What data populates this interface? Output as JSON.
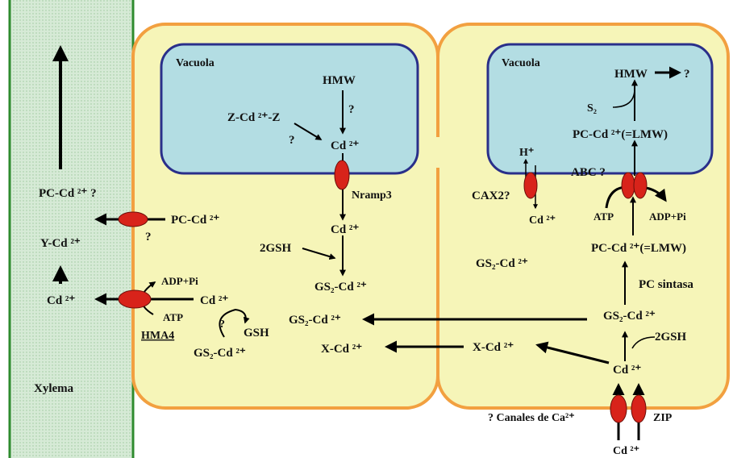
{
  "colors": {
    "cell_fill": "#f6f5b8",
    "cell_border": "#f2a040",
    "vacuole_fill": "#b3dde3",
    "vacuole_border": "#2a2f8a",
    "xylem_fill": "#d6ead6",
    "xylem_border": "#2e8b2e",
    "transporter": "#d8231a",
    "arrow": "#000000"
  },
  "xylem": {
    "title": "Xylema",
    "pc_cd": "PC-Cd ²⁺ ?",
    "y_cd": "Y-Cd ²⁺",
    "cd": "Cd ²⁺"
  },
  "left_cell": {
    "vacuole_title": "Vacuola",
    "hmw": "HMW",
    "q_hmw": "?",
    "zcdz": "Z-Cd ²⁺-Z",
    "q_z": "?",
    "cd_vac": "Cd ²⁺",
    "nramp3": "Nramp3",
    "cd_cyt": "Cd ²⁺",
    "gsh2": "2GSH",
    "gs2cd": "GS₂-Cd ²⁺",
    "gs2cd_mid": "GS₂-Cd ²⁺",
    "xcd": "X-Cd ²⁺",
    "pc_cd": "PC-Cd ²⁺",
    "q_pc": "?",
    "adp_pi": "ADP+Pi",
    "atp": "ATP",
    "cd_hma": "Cd ²⁺",
    "hma4": "HMA4",
    "q_gsh": "?",
    "gsh": "GSH",
    "gs2cd_bottom": "GS₂-Cd ²⁺"
  },
  "right_cell": {
    "vacuole_title": "Vacuola",
    "hmw": "HMW",
    "q_hmw": "?",
    "s2": "S₂",
    "pc_lmw_vac": "PC-Cd ²⁺(=LMW)",
    "h_plus": "H⁺",
    "cax2": "CAX2?",
    "cd_cax": "Cd ²⁺",
    "abc": "ABC ?",
    "atp": "ATP",
    "adp_pi": "ADP+Pi",
    "pc_lmw_cyt": "PC-Cd ²⁺(=LMW)",
    "gs2cd_left": "GS₂-Cd ²⁺",
    "pc_sintasa": "PC sintasa",
    "gs2cd": "GS₂-Cd ²⁺",
    "gsh2": "2GSH",
    "xcd": "X-Cd ²⁺",
    "cd": "Cd ²⁺",
    "canales": "? Canales de Ca²⁺",
    "zip": "ZIP",
    "cd_bottom": "Cd ²⁺"
  }
}
